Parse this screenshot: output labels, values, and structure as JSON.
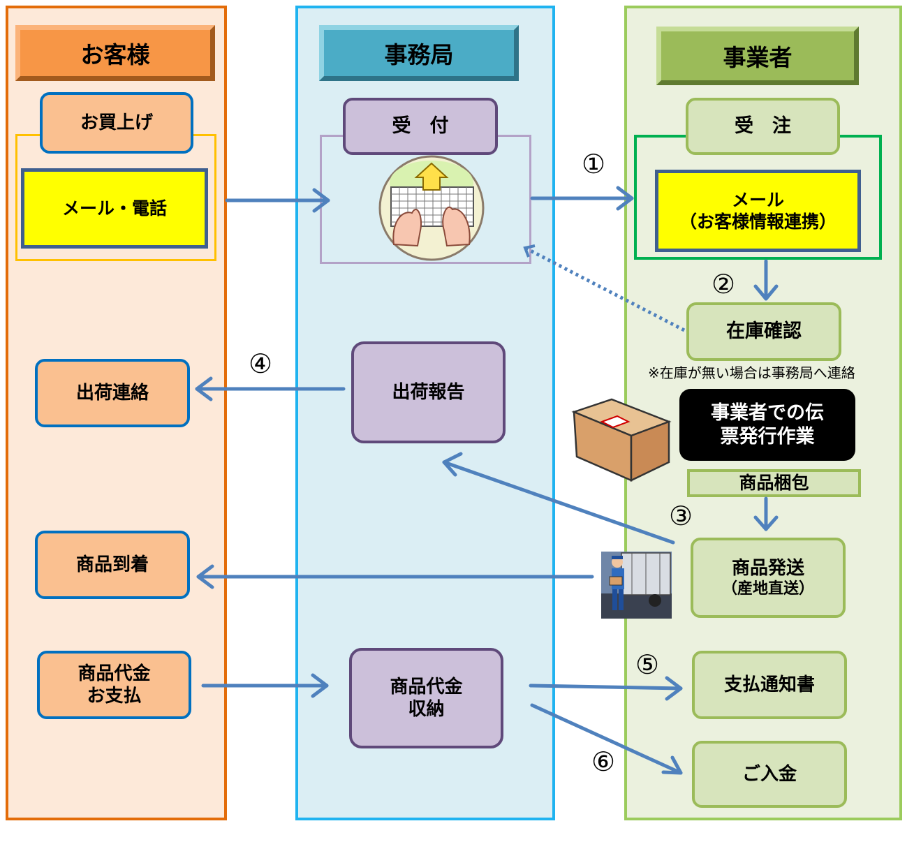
{
  "lanes": {
    "customer": {
      "title": "お客様",
      "fill": "#fde9d9",
      "border": "#e36c09",
      "header_fill": "#f79646"
    },
    "office": {
      "title": "事務局",
      "fill": "#dbeef4",
      "border": "#1fb3f0",
      "header_fill": "#4bacc6"
    },
    "vendor": {
      "title": "事業者",
      "fill": "#ebf1de",
      "border": "#9bcb5c",
      "header_fill": "#9bbb59"
    }
  },
  "customer": {
    "purchase_label": "お買上げ",
    "mail_phone": "メール・電話",
    "shipping_notice": "出荷連絡",
    "arrival": "商品到着",
    "payment_line1": "商品代金",
    "payment_line2": "お支払"
  },
  "office": {
    "reception": "受　付",
    "shipping_report": "出荷報告",
    "collection_line1": "商品代金",
    "collection_line2": "収納"
  },
  "vendor": {
    "order": "受　注",
    "mail_line1": "メール",
    "mail_line2": "（お客様情報連携）",
    "stock_check": "在庫確認",
    "stock_note": "※在庫が無い場合は事務局へ連絡",
    "slip_line1": "事業者での伝",
    "slip_line2": "票発行作業",
    "packing": "商品梱包",
    "ship_line1": "商品発送",
    "ship_line2": "（産地直送）",
    "payment_notice": "支払通知書",
    "deposit": "ご入金"
  },
  "steps": [
    "①",
    "②",
    "③",
    "④",
    "⑤",
    "⑥"
  ],
  "colors": {
    "arrow": "#4f81bd",
    "cust_box": "#fac090",
    "cust_border": "#0070c0",
    "office_box": "#ccc0da",
    "office_border": "#5f497a",
    "vendor_box": "#d7e4bc",
    "vendor_border": "#9bbb59",
    "highlight": "#ffff00"
  },
  "icons": [
    "keyboard-hands-icon",
    "cardboard-box-icon",
    "delivery-worker-icon"
  ]
}
